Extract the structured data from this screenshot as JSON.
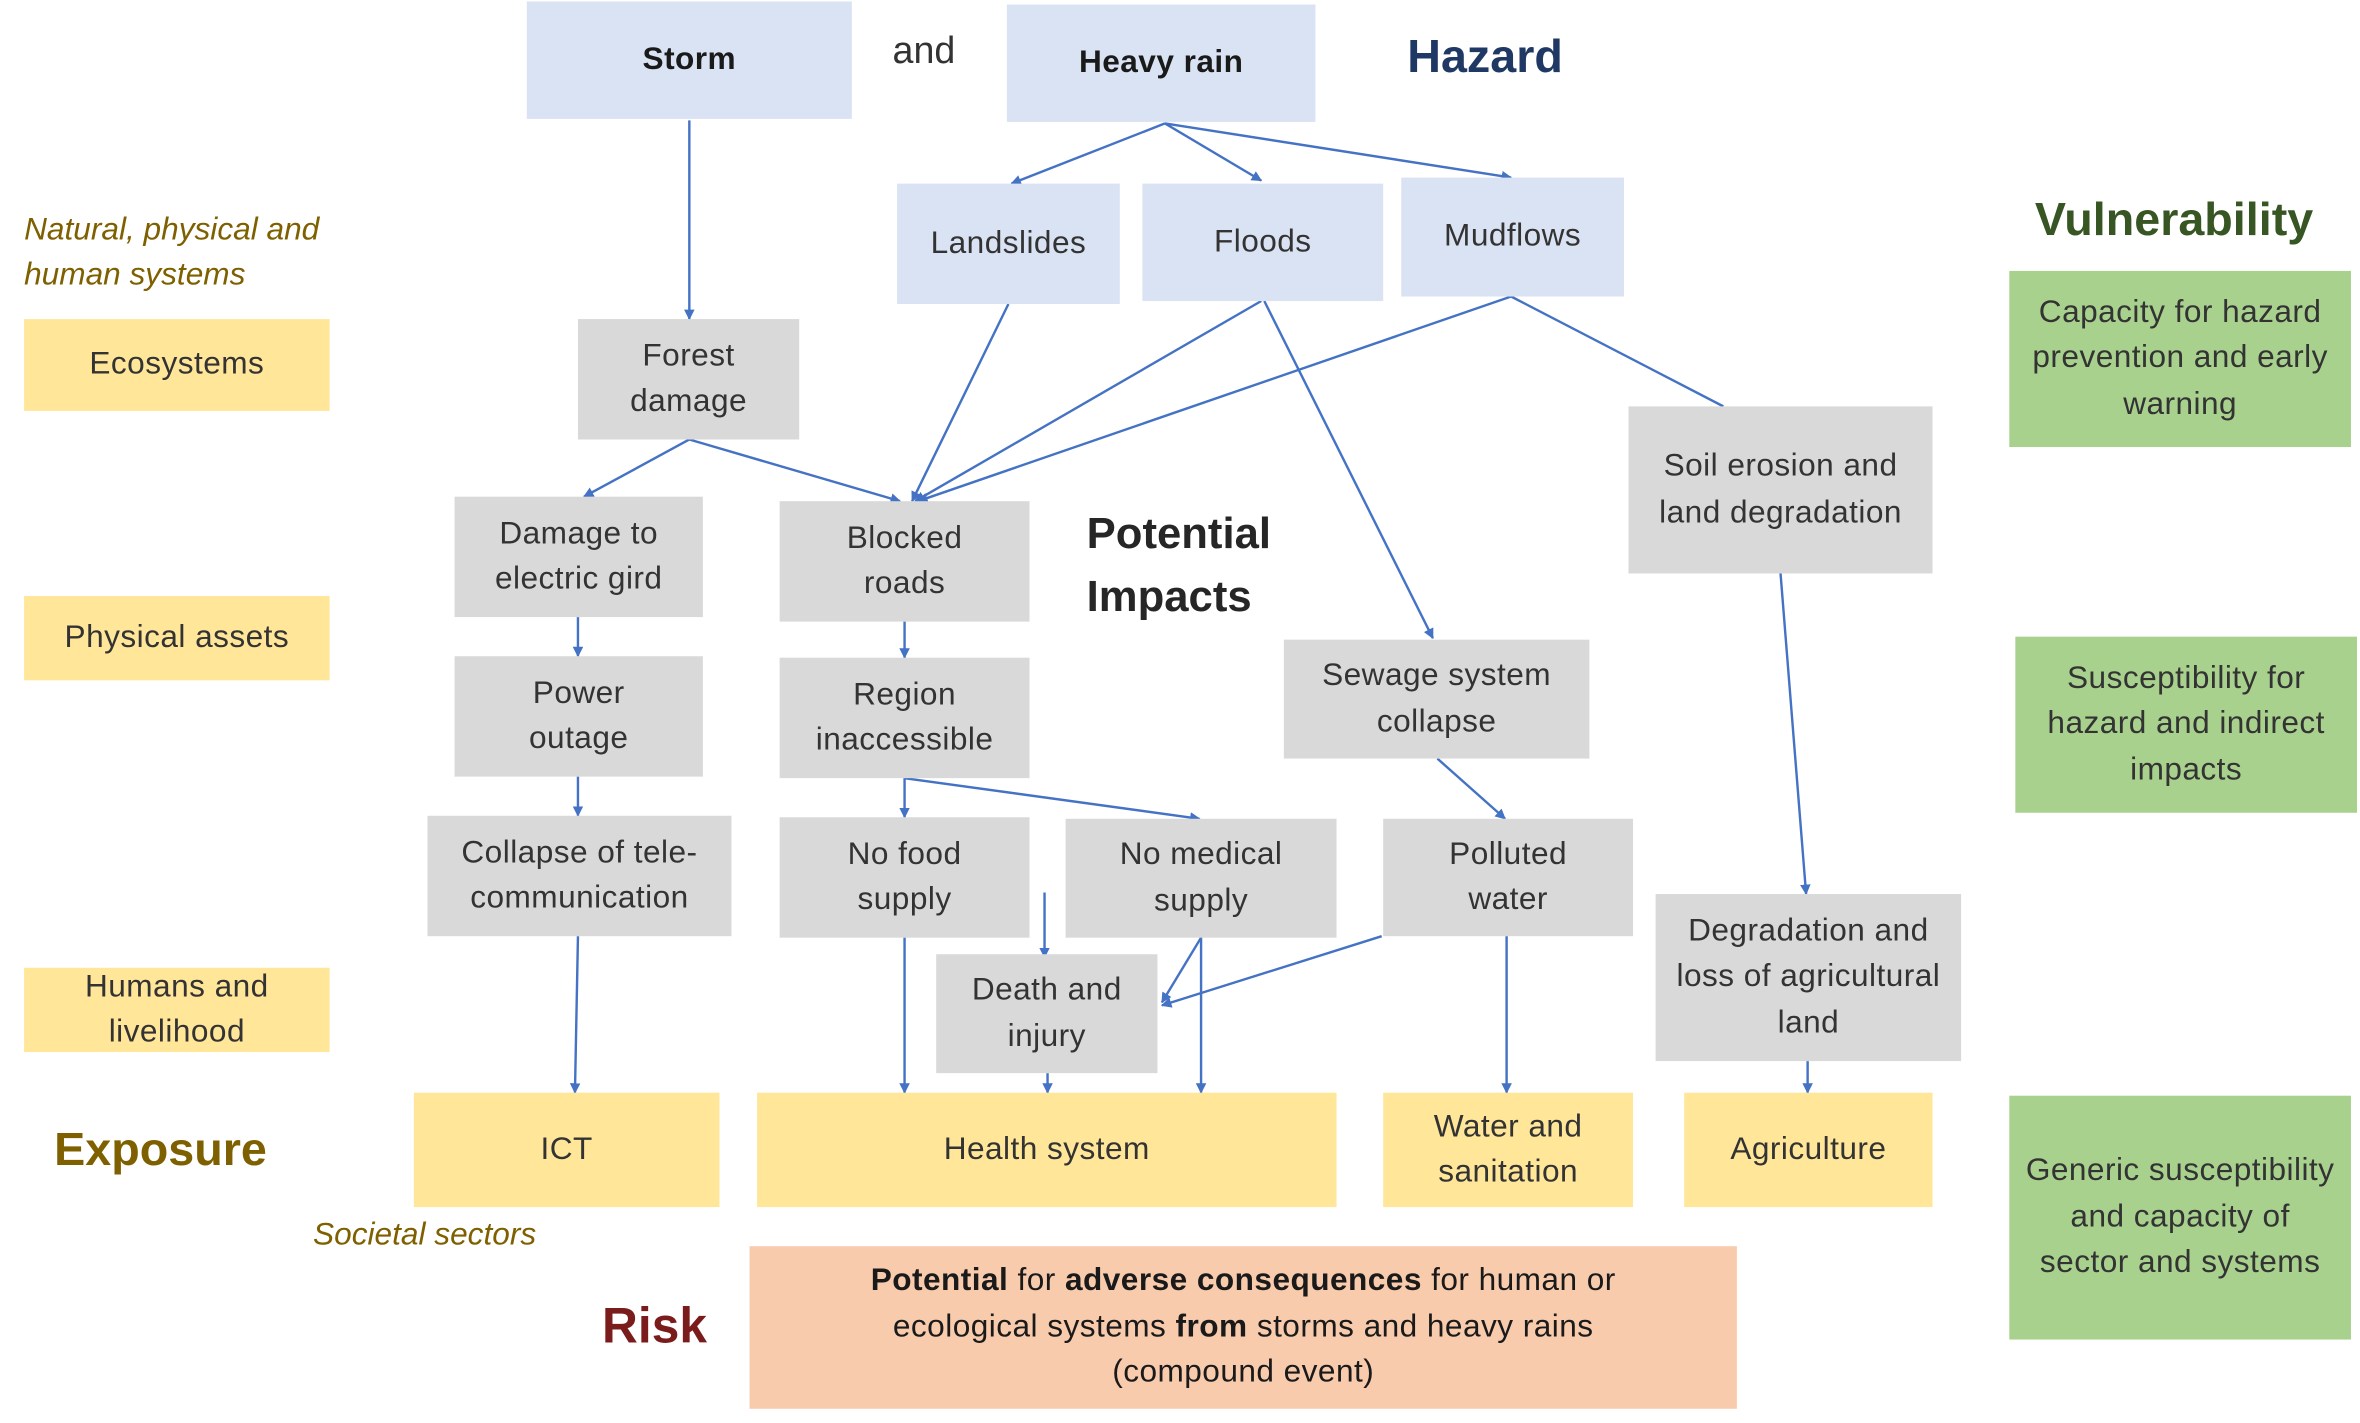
{
  "headings": {
    "hazard": "Hazard",
    "vulnerability": "Vulnerability",
    "exposure": "Exposure",
    "risk": "Risk",
    "potential_impacts": "Potential Impacts",
    "connector": "and"
  },
  "hazards": {
    "storm": "Storm",
    "heavy_rain": "Heavy rain"
  },
  "secondary_hazards": {
    "landslides": "Landslides",
    "floods": "Floods",
    "mudflows": "Mudflows"
  },
  "impacts": {
    "forest_damage": "Forest damage",
    "damage_electric_grid": "Damage to electric gird",
    "blocked_roads": "Blocked roads",
    "soil_erosion": "Soil erosion and land degradation",
    "power_outage": "Power outage",
    "region_inaccessible": "Region inaccessible",
    "sewage_collapse": "Sewage system collapse",
    "telecom_collapse": "Collapse of tele-communication",
    "no_food": "No food supply",
    "no_medical": "No medical supply",
    "polluted_water": "Polluted water",
    "death_injury": "Death and injury",
    "agri_land_loss": "Degradation and loss of agricultural land"
  },
  "systems": {
    "note": "Natural, physical and human systems",
    "ecosystems": "Ecosystems",
    "physical_assets": "Physical assets",
    "humans_livelihood": "Humans and livelihood"
  },
  "sectors": {
    "note": "Societal sectors",
    "ict": "ICT",
    "health": "Health system",
    "water": "Water and sanitation",
    "agriculture": "Agriculture"
  },
  "vulnerability_items": {
    "capacity": "Capacity for hazard prevention and early warning",
    "susceptibility": "Susceptibility for hazard and indirect impacts",
    "generic": "Generic susceptibility and capacity of sector and systems"
  },
  "risk_statement": {
    "w1": "Potential",
    "w2": " for ",
    "w3": "adverse consequences",
    "w4": " for human or ecological systems ",
    "w5": "from",
    "w6": " storms and heavy rains (compound event)"
  },
  "colors": {
    "hazard_fill": "#dae3f3",
    "impact_fill": "#d9d9d9",
    "exposure_fill": "#ffe699",
    "vulnerability_fill": "#a9d18e",
    "risk_fill": "#f8cbad",
    "arrow": "#4472c4"
  }
}
